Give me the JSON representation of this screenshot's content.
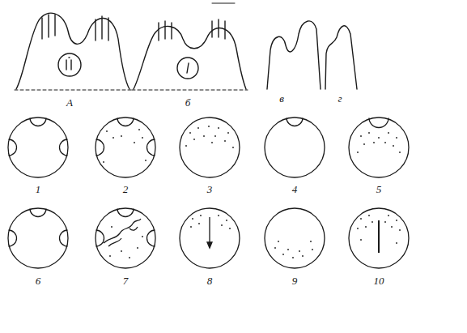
{
  "diagram": {
    "labels": [
      "А",
      "б",
      "в",
      "г",
      "1",
      "2",
      "3",
      "4",
      "5",
      "6",
      "7",
      "8",
      "9",
      "10"
    ]
  }
}
